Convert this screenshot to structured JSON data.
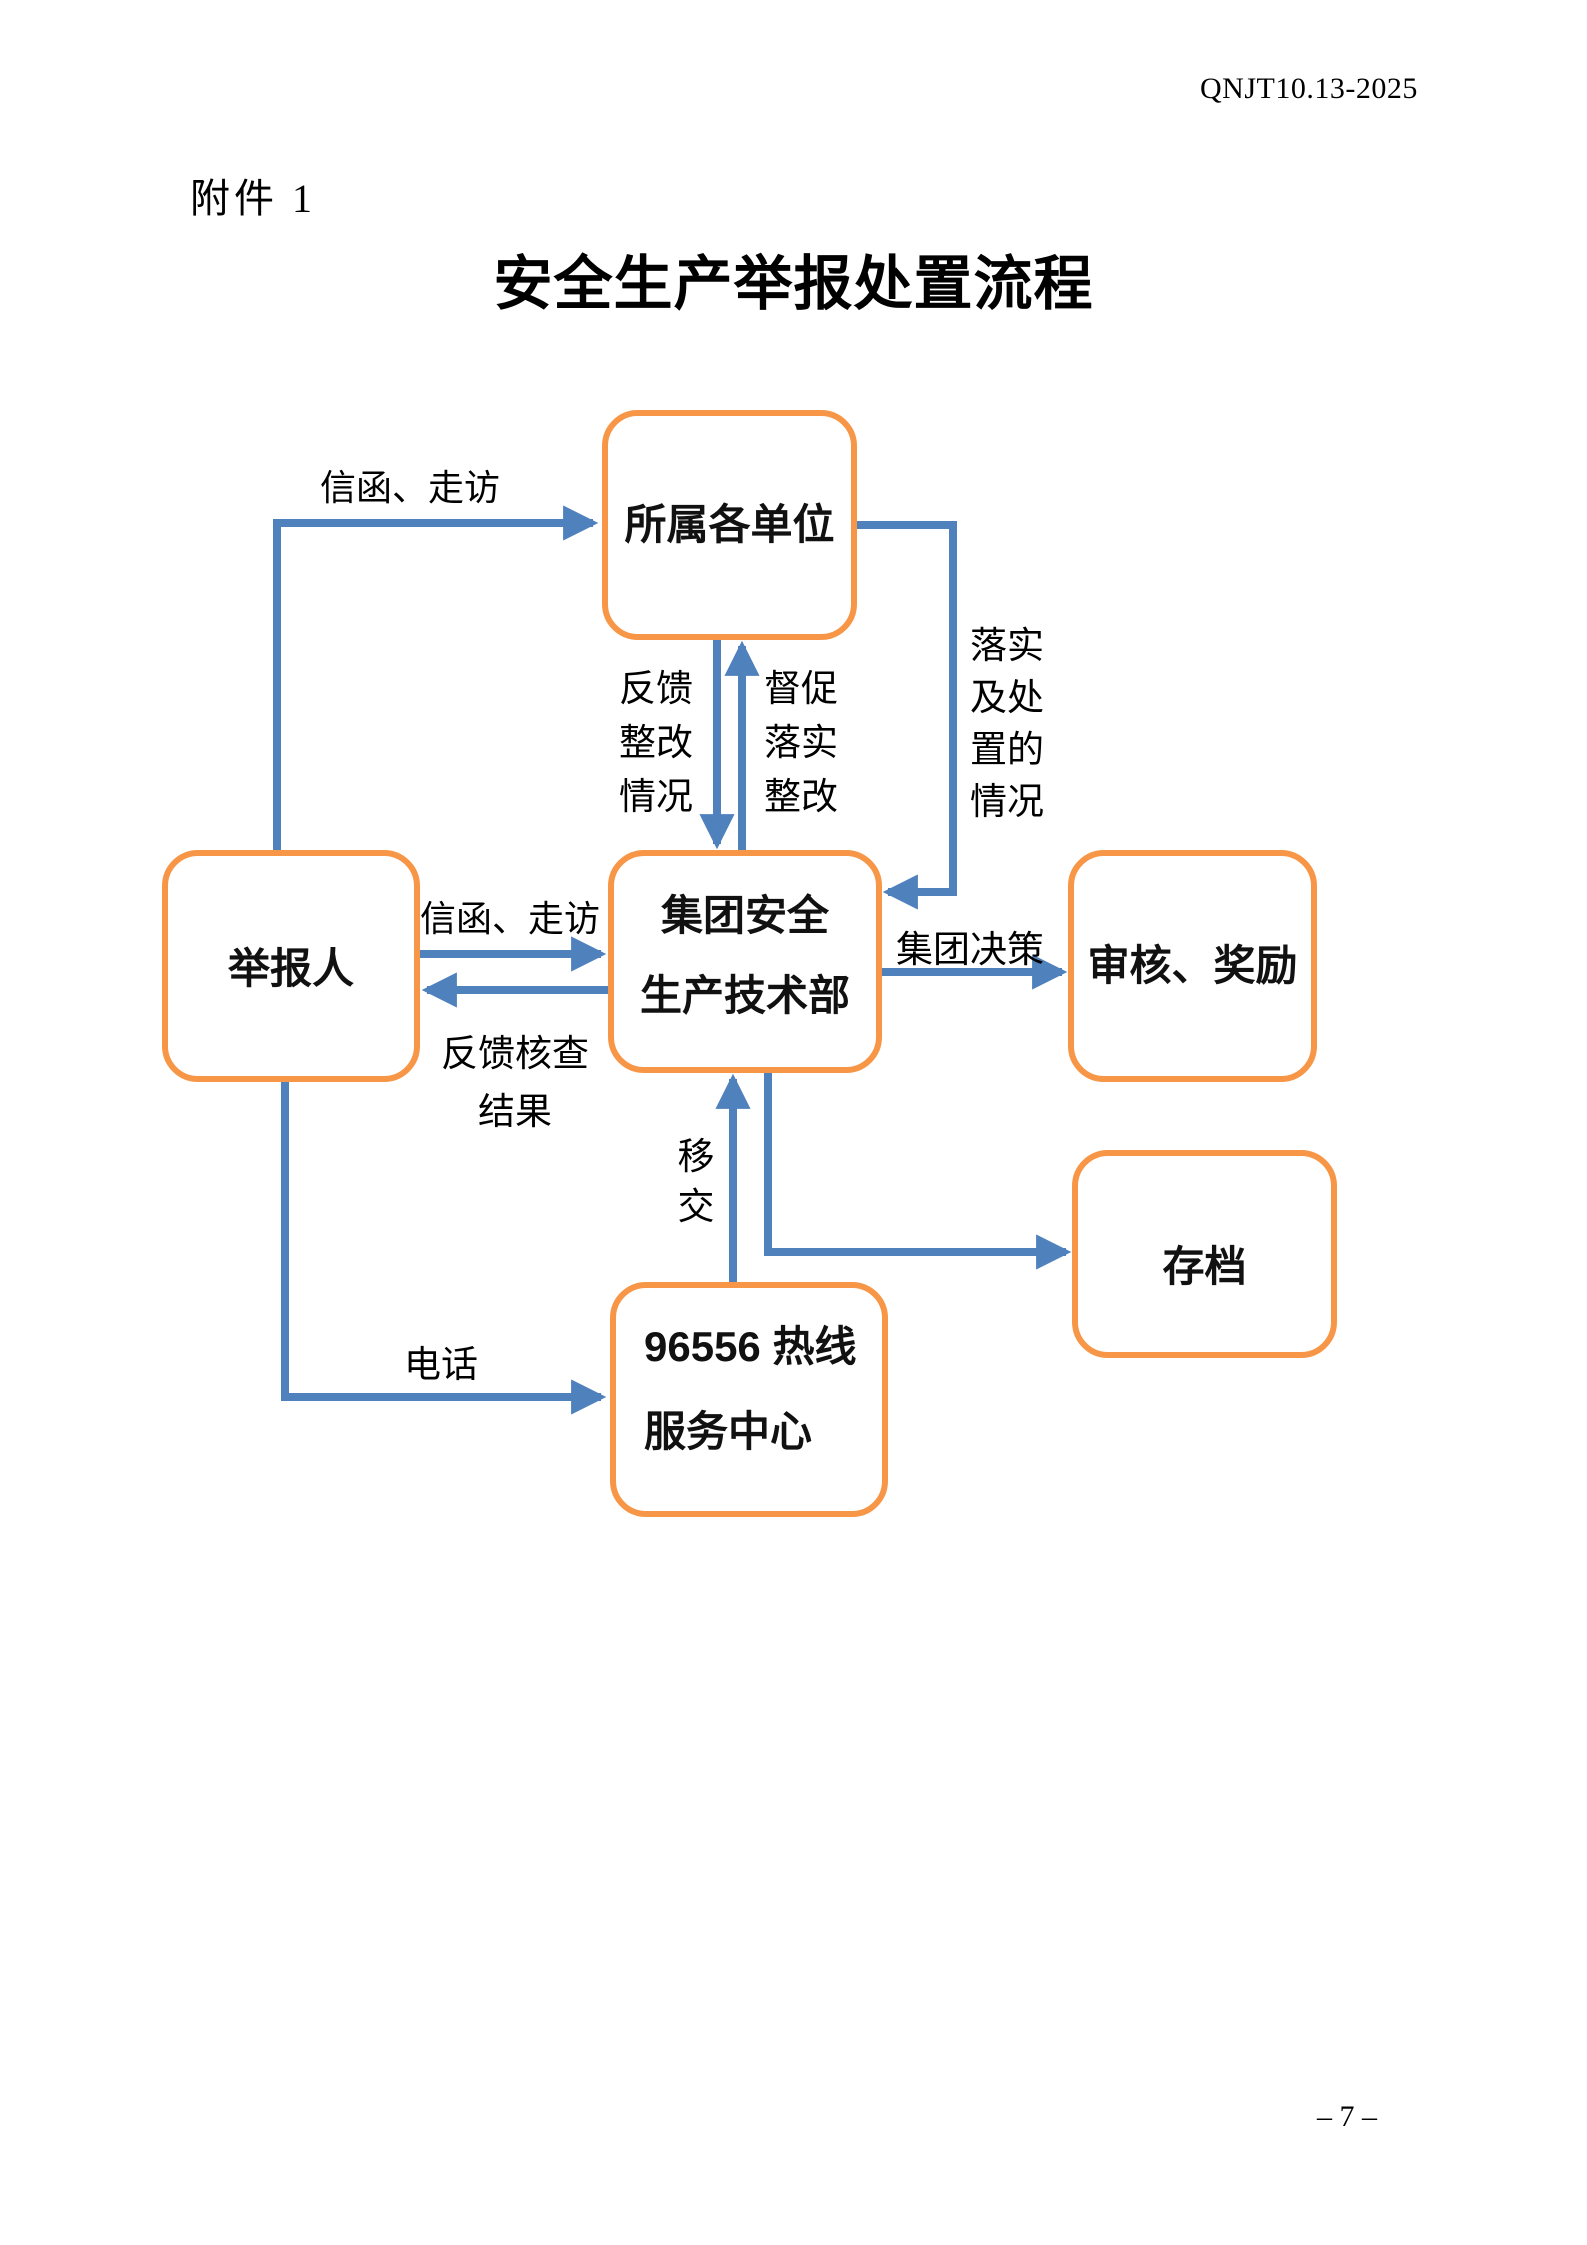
{
  "page": {
    "doc_code": "QNJT10.13-2025",
    "attachment_label": "附件 1",
    "title": "安全生产举报处置流程",
    "page_number": "– 7 –"
  },
  "colors": {
    "box_border_orange": "#F79646",
    "arrow_blue": "#4F81BD",
    "text": "#000000"
  },
  "nodes": {
    "reporting_units": {
      "label": "所属各单位"
    },
    "reporter": {
      "label": "举报人"
    },
    "group_dept": {
      "line1": "集团安全",
      "line2": "生产技术部"
    },
    "review_reward": {
      "label": "审核、奖励"
    },
    "archive": {
      "label": "存档"
    },
    "hotline": {
      "line1": "96556 热线",
      "line2": "服务中心"
    }
  },
  "edge_labels": {
    "letter_visit_top": "信函、走访",
    "letter_visit_mid": "信函、走访",
    "feedback_rectification": {
      "l1": "反馈",
      "l2": "整改",
      "l3": "情况"
    },
    "supervise_implement": {
      "l1": "督促",
      "l2": "落实",
      "l3": "整改"
    },
    "implementation_status": {
      "l1": "落实",
      "l2": "及处",
      "l3": "置的",
      "l4": "情况"
    },
    "group_decision": "集团决策",
    "feedback_result": {
      "l1": "反馈核查",
      "l2": "结果"
    },
    "transfer": {
      "l1": "移",
      "l2": "交"
    },
    "phone": "电话"
  }
}
